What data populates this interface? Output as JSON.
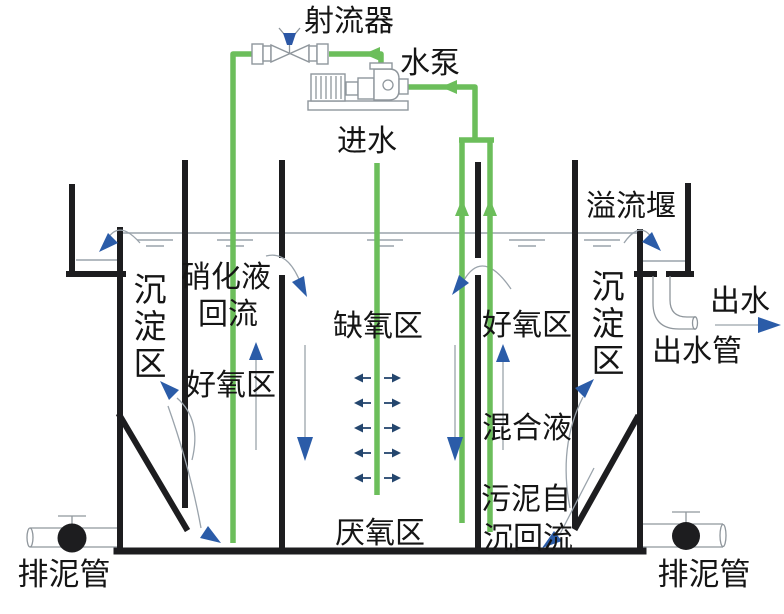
{
  "colors": {
    "pipe_green": "#6cbe5b",
    "arrow_blue": "#2b5ca8",
    "navy_arrow": "#24466e",
    "wall_black": "#1d1d1f",
    "outline_gray": "#8f969c",
    "flow_gray": "#9aa3ab",
    "text_black": "#151515",
    "nozzle_blue": "#2b57a5"
  },
  "labels": {
    "ejector": "射流器",
    "pump": "水泵",
    "inlet": "进水",
    "overflow_weir": "溢流堰",
    "nitrified_recycle": {
      "line1": "硝化液",
      "line2": "回流"
    },
    "sed_zone_left": "沉淀区",
    "aerobic_zone_left": "好氧区",
    "anoxic_zone": "缺氧区",
    "anaerobic_zone": "厌氧区",
    "aerobic_zone_right": "好氧区",
    "sed_zone_right": "沉淀区",
    "mixed_liquor": "混合液",
    "sludge_self_return": {
      "line1": "污泥自",
      "line2": "沉回流"
    },
    "effluent": "出水",
    "effluent_pipe": "出水管",
    "sludge_drain_left": "排泥管",
    "sludge_drain_right": "排泥管"
  }
}
